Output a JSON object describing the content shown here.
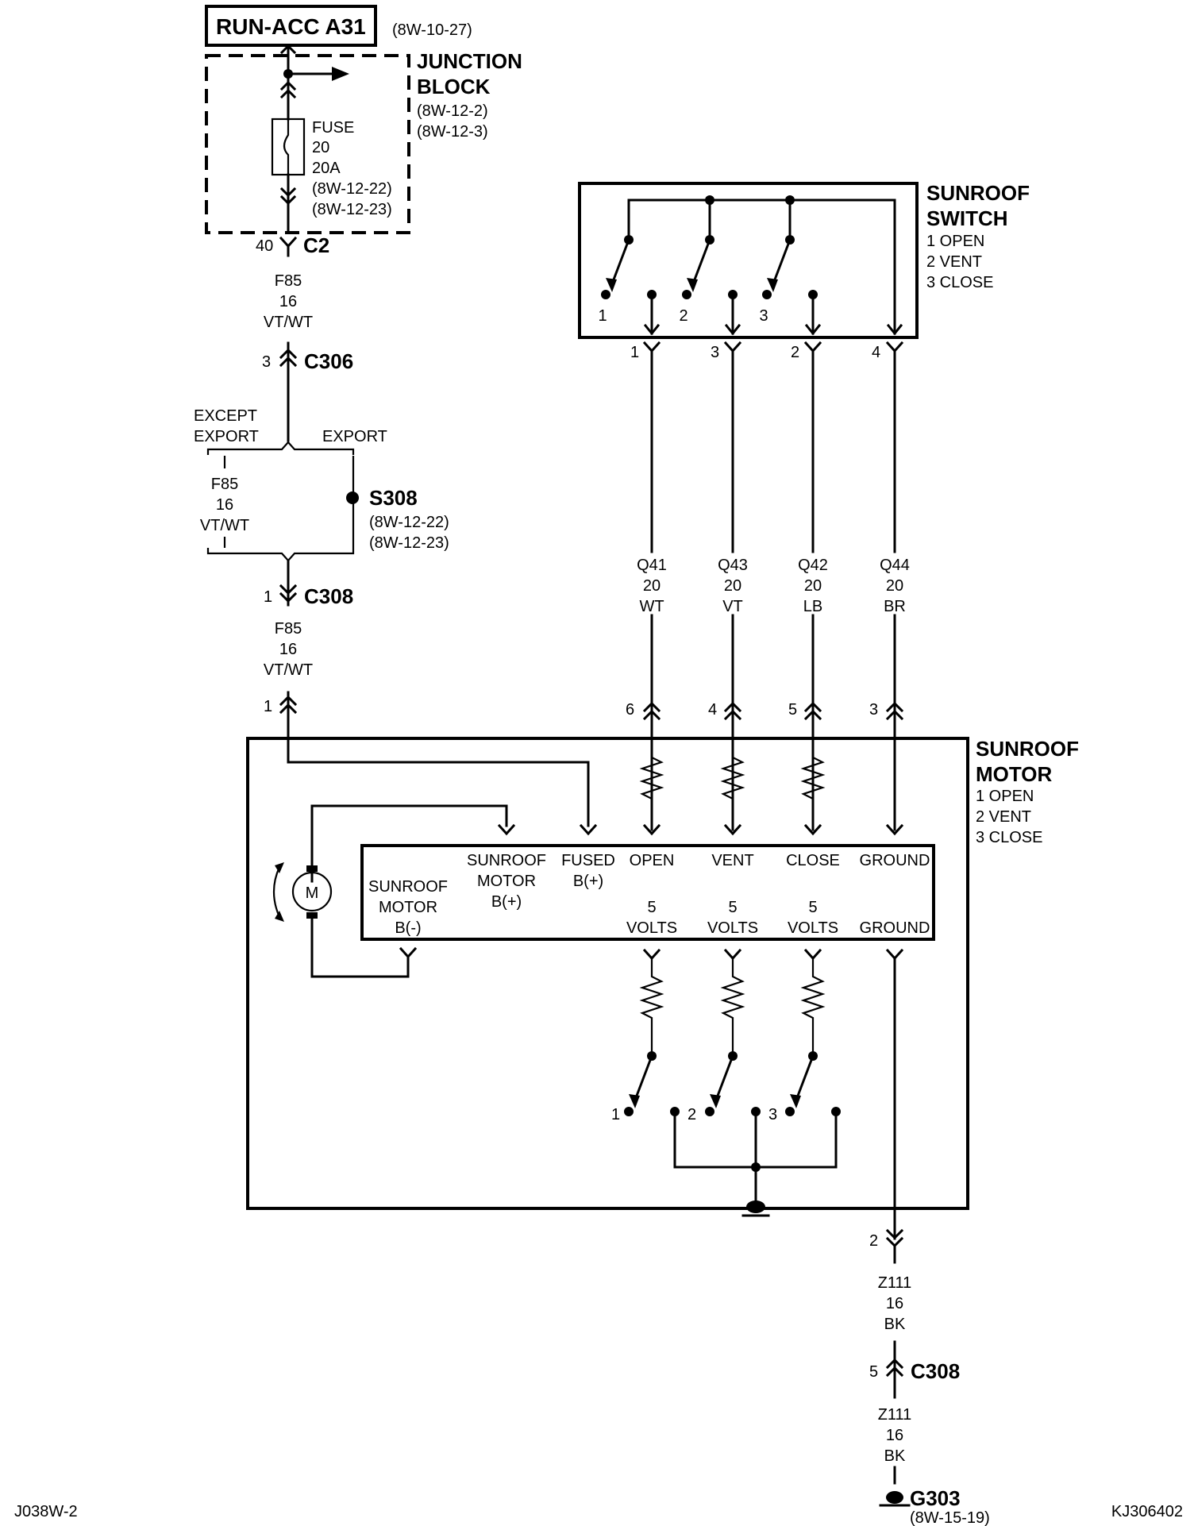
{
  "power": {
    "label": "RUN-ACC A31",
    "ref": "(8W-10-27)"
  },
  "junction_block": {
    "name_line1": "JUNCTION",
    "name_line2": "BLOCK",
    "ref1": "(8W-12-2)",
    "ref2": "(8W-12-3)",
    "fuse_label": "FUSE",
    "fuse_number": "20",
    "fuse_rating": "20A",
    "fuse_ref1": "(8W-12-22)",
    "fuse_ref2": "(8W-12-23)"
  },
  "c2": {
    "pin": "40",
    "name": "C2"
  },
  "wire_f85_top": {
    "circuit": "F85",
    "gauge": "16",
    "color": "VT/WT"
  },
  "c306": {
    "pin": "3",
    "name": "C306"
  },
  "branch": {
    "except_line1": "EXCEPT",
    "except_line2": "EXPORT",
    "export": "EXPORT",
    "wire_circuit": "F85",
    "wire_gauge": "16",
    "wire_color": "VT/WT",
    "splice": "S308",
    "splice_ref1": "(8W-12-22)",
    "splice_ref2": "(8W-12-23)"
  },
  "c308_top": {
    "pin": "1",
    "name": "C308"
  },
  "wire_f85_mid": {
    "circuit": "F85",
    "gauge": "16",
    "color": "VT/WT"
  },
  "motor_in_pin": "1",
  "sunroof_switch": {
    "name_line1": "SUNROOF",
    "name_line2": "SWITCH",
    "legend": [
      "1 OPEN",
      "2 VENT",
      "3 CLOSE"
    ],
    "contact_labels": [
      "1",
      "2",
      "3"
    ],
    "pins": [
      "1",
      "3",
      "2",
      "4"
    ]
  },
  "switch_wires": [
    {
      "circuit": "Q41",
      "gauge": "20",
      "color": "WT",
      "motor_pin": "6"
    },
    {
      "circuit": "Q43",
      "gauge": "20",
      "color": "VT",
      "motor_pin": "4"
    },
    {
      "circuit": "Q42",
      "gauge": "20",
      "color": "LB",
      "motor_pin": "5"
    },
    {
      "circuit": "Q44",
      "gauge": "20",
      "color": "BR",
      "motor_pin": "3"
    }
  ],
  "sunroof_motor": {
    "name_line1": "SUNROOF",
    "name_line2": "MOTOR",
    "legend": [
      "1 OPEN",
      "2 VENT",
      "3 CLOSE"
    ],
    "motor_symbol": "M",
    "neg_label": [
      "SUNROOF",
      "MOTOR",
      "B(-)"
    ],
    "pos_label": [
      "SUNROOF",
      "MOTOR",
      "B(+)"
    ],
    "fused_label": [
      "FUSED",
      "B(+)"
    ],
    "inputs_top": [
      "OPEN",
      "VENT",
      "CLOSE",
      "GROUND"
    ],
    "inputs_volts_num": [
      "5",
      "5",
      "5"
    ],
    "inputs_volts_unit": [
      "VOLTS",
      "VOLTS",
      "VOLTS"
    ],
    "ground_bottom": "GROUND",
    "contact_labels": [
      "1",
      "2",
      "3"
    ]
  },
  "ground_out_pin": "2",
  "wire_z111_a": {
    "circuit": "Z111",
    "gauge": "16",
    "color": "BK"
  },
  "c308_bottom": {
    "pin": "5",
    "name": "C308"
  },
  "wire_z111_b": {
    "circuit": "Z111",
    "gauge": "16",
    "color": "BK"
  },
  "ground_point": {
    "name": "G303",
    "ref": "(8W-15-19)"
  },
  "footer": {
    "left": "J038W-2",
    "right": "KJ306402"
  }
}
